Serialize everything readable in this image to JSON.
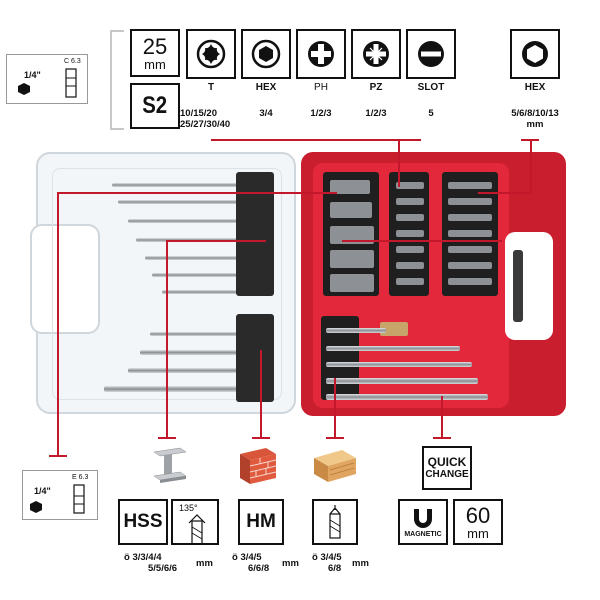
{
  "top_row": {
    "size_value": "25",
    "size_unit": "mm",
    "material": "S2",
    "bit_types": [
      {
        "name": "T",
        "sizes": "10/15/20\n25/27/30/40"
      },
      {
        "name": "HEX",
        "sizes": "3/4"
      },
      {
        "name": "PH",
        "sizes": "1/2/3"
      },
      {
        "name": "PZ",
        "sizes": "1/2/3"
      },
      {
        "name": "SLOT",
        "sizes": "5"
      }
    ],
    "nut_driver": {
      "name": "HEX",
      "sizes": "5/6/8/10/13\nmm"
    }
  },
  "shank_top": {
    "fraction": "1/4\"",
    "code": "C 6.3"
  },
  "shank_bottom": {
    "fraction": "1/4\"",
    "code": "E 6.3"
  },
  "bottom_row": {
    "metal": {
      "label": "HSS",
      "angle": "135°",
      "sizes_line1": "ö 3/3/4/4",
      "sizes_line2": "5/5/6/6",
      "unit": "mm"
    },
    "masonry": {
      "label": "HM",
      "sizes_line1": "ö 3/4/5",
      "sizes_line2": "6/6/8",
      "unit": "mm"
    },
    "wood": {
      "sizes_line1": "ö 3/4/5",
      "sizes_line2": "6/8",
      "unit": "mm"
    },
    "quick_change": {
      "line1": "QUICK",
      "line2": "CHANGE"
    },
    "magnetic": {
      "label": "MAGNETIC"
    },
    "holder_length": {
      "value": "60",
      "unit": "mm"
    }
  },
  "colors": {
    "case_red": "#c81e2e",
    "leader_red": "#c3182b",
    "clear_case": "#f3f6f8"
  }
}
